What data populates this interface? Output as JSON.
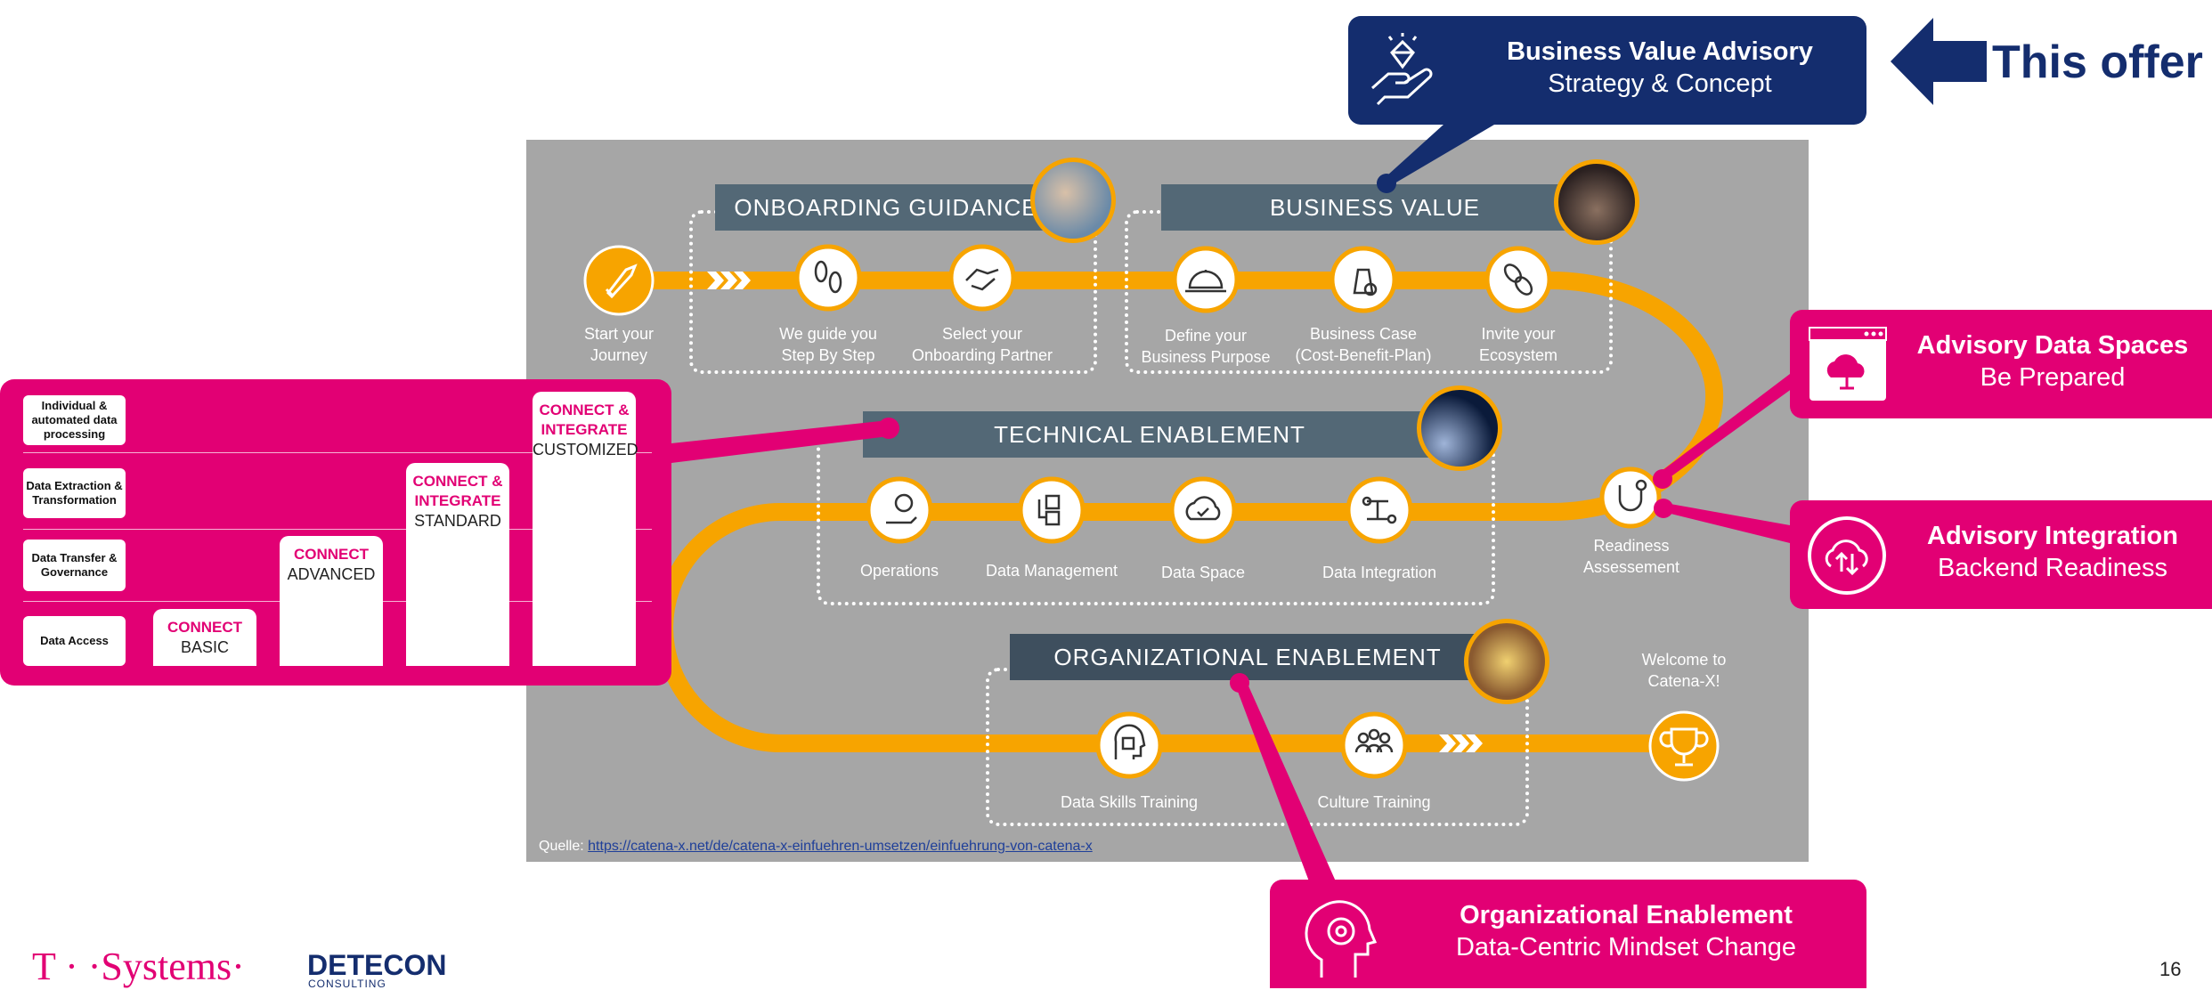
{
  "colors": {
    "orange": "#f7a400",
    "magenta": "#e20074",
    "navy": "#142d6e",
    "banner": "#536876",
    "map_bg": "#a6a6a6"
  },
  "callouts": {
    "business_value_advisory": {
      "title": "Business Value Advisory",
      "subtitle": "Strategy & Concept",
      "icon": "hand-diamond-icon"
    },
    "advisory_data_spaces": {
      "title": "Advisory Data Spaces",
      "subtitle": "Be Prepared",
      "icon": "cloud-browser-icon"
    },
    "advisory_integration": {
      "title": "Advisory Integration",
      "subtitle": "Backend Readiness",
      "icon": "cloud-upload-download-icon"
    },
    "organizational_enablement": {
      "title": "Organizational Enablement",
      "subtitle": "Data-Centric Mindset Change",
      "icon": "head-gear-icon"
    }
  },
  "offer": {
    "label": "This offer",
    "icon": "arrow-left-icon"
  },
  "sections": {
    "onboarding": "ONBOARDING GUIDANCE",
    "business_value": "BUSINESS VALUE",
    "technical": "TECHNICAL ENABLEMENT",
    "organizational": "ORGANIZATIONAL ENABLEMENT"
  },
  "stops": {
    "start": "Start your\nJourney",
    "guide": "We guide you\nStep By Step",
    "partner": "Select your\nOnboarding Partner",
    "purpose": "Define your\nBusiness Purpose",
    "case": "Business Case\n(Cost-Benefit-Plan)",
    "ecosystem": "Invite your\nEcosystem",
    "readiness": "Readiness\nAssessement",
    "operations": "Operations",
    "data_management": "Data Management",
    "data_space": "Data Space",
    "data_integration": "Data Integration",
    "welcome": "Welcome to\nCatena-X!",
    "skills": "Data Skills Training",
    "culture": "Culture Training"
  },
  "source": {
    "prefix": "Quelle:",
    "url": "https://catena-x.net/de/catena-x-einfuehren-umsetzen/einfuehrung-von-catena-x"
  },
  "levels": {
    "rows": [
      "Individual & automated data processing",
      "Data Extraction & Transformation",
      "Data Transfer & Governance",
      "Data Access"
    ],
    "stairs": [
      {
        "a": "CONNECT",
        "b": "BASIC"
      },
      {
        "a": "CONNECT",
        "b": "ADVANCED"
      },
      {
        "a": "CONNECT & INTEGRATE",
        "b": "STANDARD"
      },
      {
        "a": "CONNECT & INTEGRATE",
        "b": "CUSTOMIZED"
      }
    ]
  },
  "footer": {
    "tsystems": "T · ·Systems·",
    "detecon": "DETECON",
    "detecon_sub": "CONSULTING",
    "page": "16"
  }
}
